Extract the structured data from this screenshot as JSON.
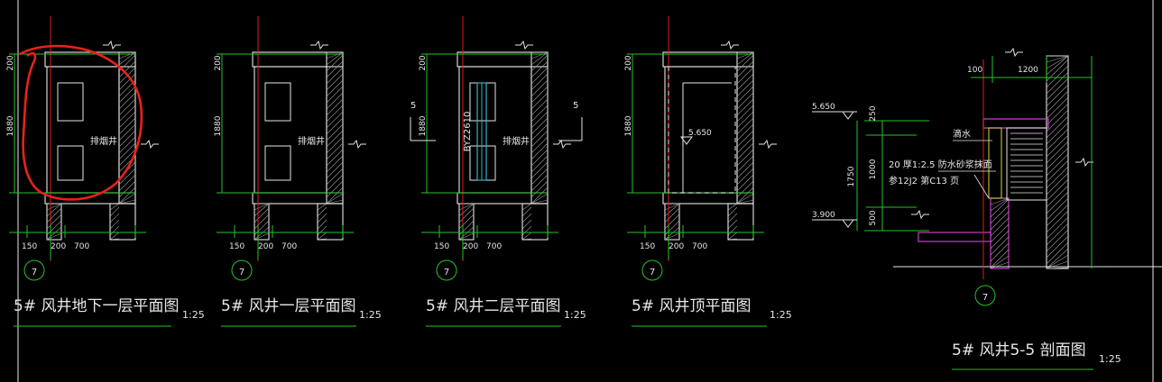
{
  "drawing": {
    "background": "#000000",
    "colors": {
      "line": "#e6e6e6",
      "dim": "#27c227",
      "axis": "#e21b1b",
      "cyan": "#2fb4c8",
      "magenta": "#c83cc8",
      "yellow": "#d8d83a",
      "markup": "#e8221a"
    },
    "plans": [
      {
        "title": "5# 风井地下一层平面图",
        "scale": "1:25",
        "axis": "7",
        "dim_top": "200",
        "dim_left": "1880",
        "dims_bottom": [
          "150",
          "200",
          "700"
        ],
        "room_label": "排烟井",
        "has_grilles": true
      },
      {
        "title": "5# 风井一层平面图",
        "scale": "1:25",
        "axis": "7",
        "dim_top": "200",
        "dim_left": "1880",
        "dims_bottom": [
          "150",
          "200",
          "700"
        ],
        "room_label": "排烟井",
        "has_grilles": true
      },
      {
        "title": "5# 风井二层平面图",
        "scale": "1:25",
        "axis": "7",
        "dim_top": "200",
        "dim_left": "1880",
        "dims_bottom": [
          "150",
          "200",
          "700"
        ],
        "room_label": "排烟井",
        "louver_tag": "BYZ2610",
        "cut_mark": "5",
        "has_grilles": true
      },
      {
        "title": "5# 风井顶平面图",
        "scale": "1:25",
        "axis": "7",
        "dim_top": "200",
        "dim_left": "1880",
        "dims_bottom": [
          "150",
          "200",
          "700"
        ],
        "level": "5.650",
        "has_grilles": false
      }
    ],
    "section": {
      "title": "5# 风井5-5 剖面图",
      "scale": "1:25",
      "axis": "7",
      "dim_top": [
        "100",
        "1200"
      ],
      "level_top": "5.650",
      "level_bottom": "3.900",
      "dims_vertical": [
        "250",
        "1000",
        "500"
      ],
      "dim_total": "1750",
      "notes": [
        "滴水",
        "20 厚1:2.5 防水砂浆抹面",
        "参12J2 第C13 页"
      ]
    },
    "markup": {
      "type": "red-freehand-circle",
      "target": "5# 风井地下一层平面图"
    }
  }
}
